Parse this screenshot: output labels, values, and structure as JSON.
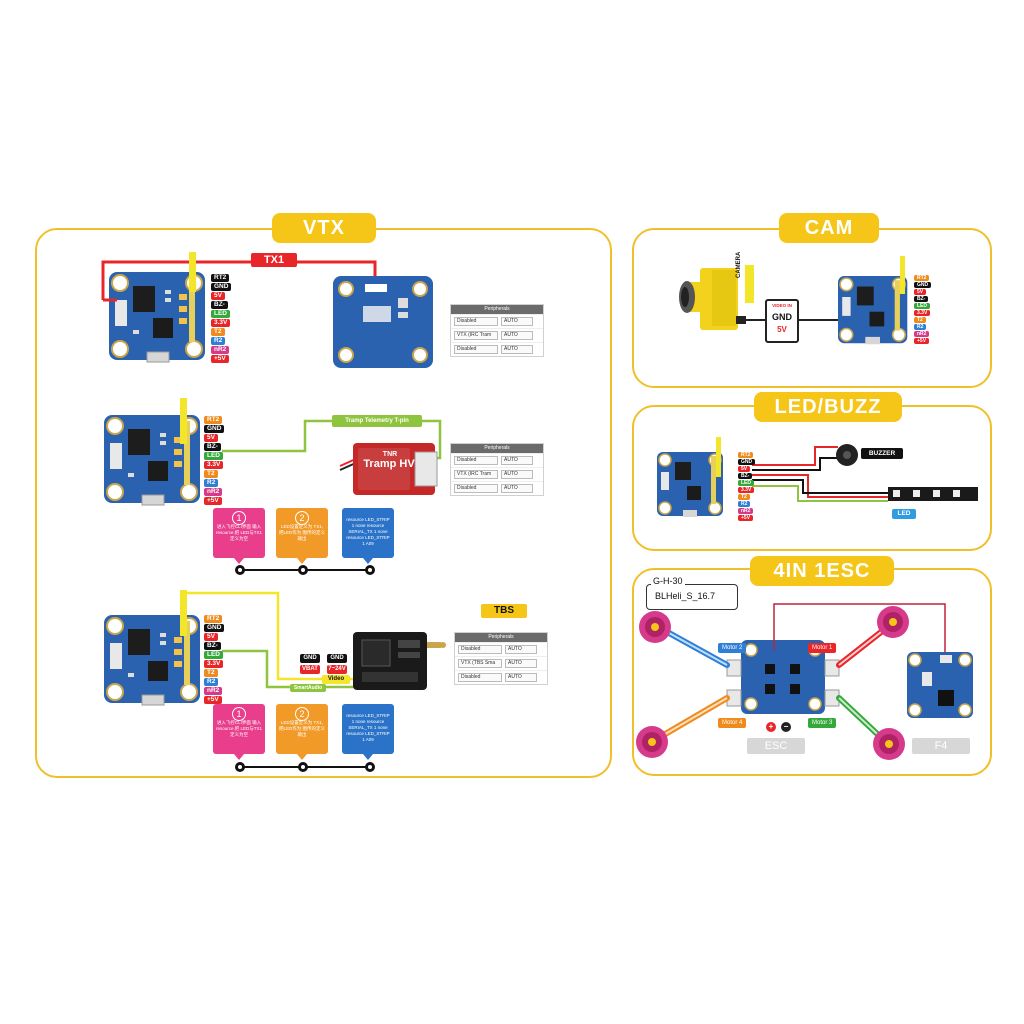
{
  "titles": {
    "vtx": "VTX",
    "cam": "CAM",
    "led_buzz": "LED/BUZZ",
    "esc4in1": "4IN 1ESC"
  },
  "pins_full": [
    "RT2",
    "GND",
    "5V",
    "BZ-",
    "LED",
    "3.3V",
    "T2",
    "R2",
    "nR2",
    "+5V"
  ],
  "pins_top": [
    "RT2",
    "GND",
    "5V",
    "BZ-",
    "LED",
    "3.3V",
    "T2",
    "R2",
    "nR2",
    "+5V"
  ],
  "tx1": "TX1",
  "tramp_telemetry": "Tramp Telemetry T-pin",
  "tramp_brand": "TNR",
  "tramp_name": "Tramp HV",
  "tbs": "TBS",
  "peripherals": {
    "header": "Peripherals",
    "rows_1": [
      [
        "Disabled",
        "AUTO"
      ],
      [
        "VTX (IRC Tram",
        "AUTO"
      ],
      [
        "Disabled",
        "AUTO"
      ]
    ],
    "rows_2": [
      [
        "Disabled",
        "AUTO"
      ],
      [
        "VTX (IRC Tram",
        "AUTO"
      ],
      [
        "Disabled",
        "AUTO"
      ]
    ],
    "rows_3": [
      [
        "Disabled",
        "AUTO"
      ],
      [
        "VTX (TBS Sma",
        "AUTO"
      ],
      [
        "Disabled",
        "AUTO"
      ]
    ]
  },
  "steps": {
    "s1": "进入飞控CLI界面 输入resource,把 LED与TX1定义为空",
    "s2": "LED设置定义为 TX1, 把LED作为 图传的定义输出",
    "s3": "resource LED_STRIP 1 none resource SERIAL_TX 1 none resource LED_STRIP 1 A09",
    "n1": "1",
    "n2": "2"
  },
  "tbs_wires": {
    "gnd1": "GND",
    "gnd2": "GND",
    "vbat": "VBAT",
    "v": "7~24V",
    "video": "Video",
    "smart": "SmartAudio"
  },
  "cam": {
    "camera": "CAMERA",
    "video_in": "VIDEO IN",
    "gnd": "GND",
    "v5": "5V"
  },
  "buzzer": "BUZZER",
  "led": "LED",
  "esc": {
    "model": "G-H-30",
    "firmware": "BLHeli_S_16.7",
    "motor1": "Motor 1",
    "motor2": "Motor 2",
    "motor3": "Motor 3",
    "motor4": "Motor 4",
    "esc_label": "ESC",
    "f4_label": "F4",
    "plus": "+",
    "minus": "−"
  },
  "colors": {
    "gold": "#f5c518",
    "board": "#2b62b0",
    "red": "#e8262a",
    "green": "#8fc43f",
    "yellow": "#f2e52a"
  }
}
